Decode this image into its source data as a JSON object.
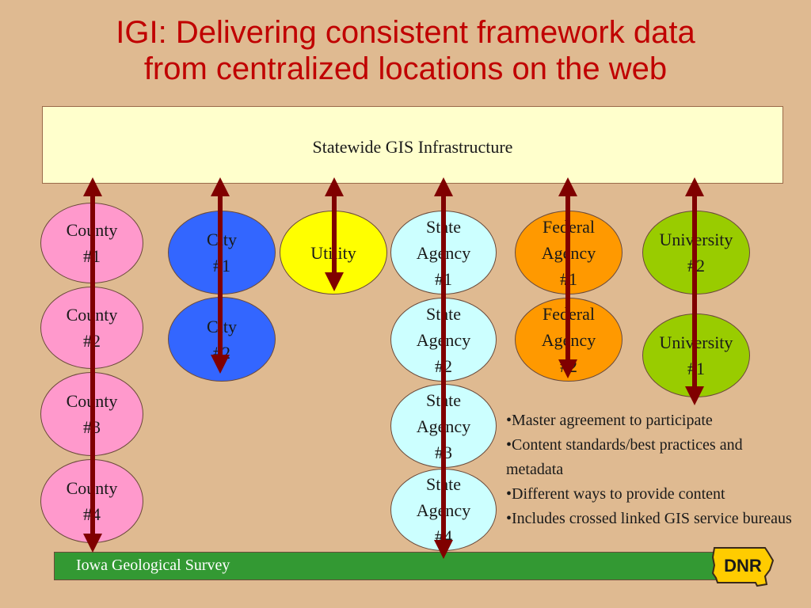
{
  "title": {
    "line1": "IGI: Delivering consistent framework data",
    "line2": "from centralized locations on the web"
  },
  "infrastructure_label": "Statewide GIS Infrastructure",
  "nodes": {
    "county_1": "County\n#1",
    "county_2": "County\n#2",
    "county_3": "County\n#3",
    "county_4": "County\n#4",
    "city_1": "City\n#1",
    "city_2": "City\n#2",
    "utility": "Utility",
    "state_agency_1": "State\nAgency\n#1",
    "state_agency_2": "State\nAgency\n#2",
    "state_agency_3": "State\nAgency\n#3",
    "state_agency_4": "State\nAgency\n#4",
    "federal_agency_1": "Federal\nAgency\n#1",
    "federal_agency_2": "Federal\nAgency\n#2",
    "university_2": "University\n#2",
    "university_1": "University\n#1"
  },
  "colors": {
    "county": "#ff99cc",
    "city": "#3366ff",
    "utility": "#ffff00",
    "state_agency": "#ccffff",
    "federal_agency": "#ff9900",
    "university": "#99cc00",
    "arrow": "#800000",
    "title": "#c00000",
    "footer": "#339933"
  },
  "bullets": [
    "•Master agreement to participate",
    "•Content standards/best practices and metadata",
    "•Different ways to provide content",
    "•Includes crossed linked GIS service bureaus"
  ],
  "footer": {
    "label": "Iowa Geological Survey",
    "logo_text": "DNR",
    "logo_icon": "iowa-state-outline-icon"
  }
}
